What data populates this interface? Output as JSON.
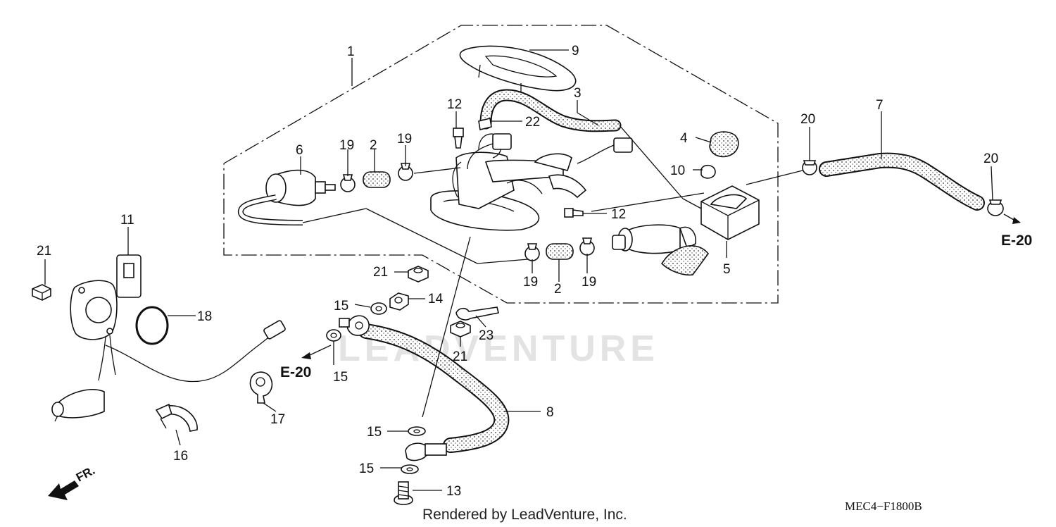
{
  "watermark": "LEADVENTURE",
  "credit": "Rendered by LeadVenture, Inc.",
  "diagram_code": "MEC4−F1800B",
  "front_indicator": "FR.",
  "refs": {
    "e20_right": "E-20",
    "e20_left": "E-20"
  },
  "callouts": {
    "c1": "1",
    "c9": "9",
    "c3": "3",
    "c12a": "12",
    "c22": "22",
    "c6": "6",
    "c19a": "19",
    "c2a": "2",
    "c19b": "19",
    "c4": "4",
    "c20a": "20",
    "c7": "7",
    "c20b": "20",
    "c10": "10",
    "c12b": "12",
    "c5": "5",
    "c19c": "19",
    "c2b": "2",
    "c19d": "19",
    "c11": "11",
    "c21a": "21",
    "c18": "18",
    "c21b": "21",
    "c15a": "15",
    "c14": "14",
    "c23": "23",
    "c21c": "21",
    "c15b": "15",
    "c17": "17",
    "c16": "16",
    "c8": "8",
    "c15c": "15",
    "c15d": "15",
    "c13": "13"
  }
}
